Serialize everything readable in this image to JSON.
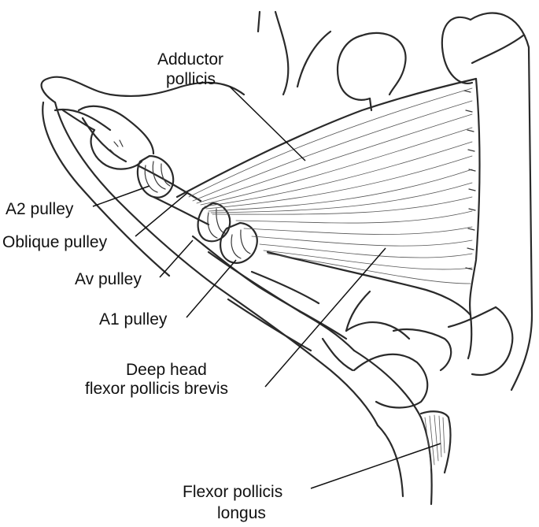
{
  "labels": {
    "adductor_line1": "Adductor",
    "adductor_line2": "pollicis",
    "a2": "A2 pulley",
    "oblique": "Oblique pulley",
    "av": "Av pulley",
    "a1": "A1 pulley",
    "deep_line1": "Deep head",
    "deep_line2": "flexor pollicis brevis",
    "fpl_line1": "Flexor pollicis",
    "fpl_line2": "longus"
  },
  "colors": {
    "ink": "#2a2a2a",
    "text": "#111111",
    "background": "#ffffff"
  }
}
